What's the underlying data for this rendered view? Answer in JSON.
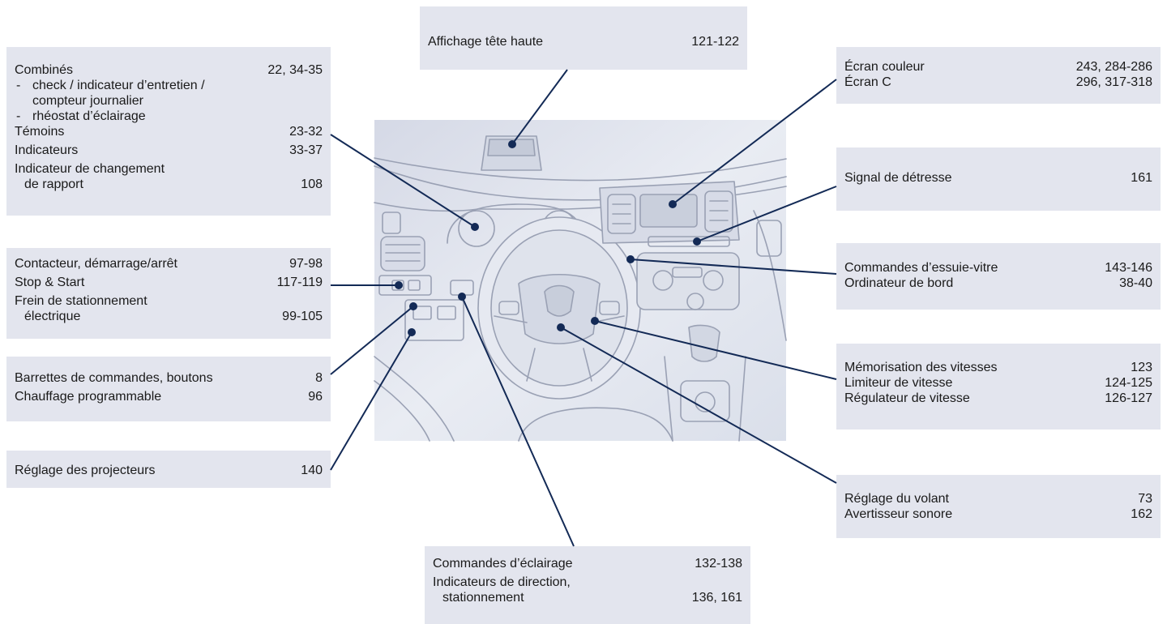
{
  "callouts": {
    "combines": {
      "rows": [
        {
          "label": "Combinés",
          "page": "22, 34-35"
        },
        {
          "label": "check / indicateur d’entretien /",
          "page": ""
        },
        {
          "label": "compteur journalier",
          "page": ""
        },
        {
          "label": "rhéostat d’éclairage",
          "page": ""
        },
        {
          "label": "Témoins",
          "page": "23-32"
        },
        {
          "label": "Indicateurs",
          "page": "33-37"
        },
        {
          "label": "Indicateur de changement",
          "page": ""
        },
        {
          "label": "de rapport",
          "page": "108"
        }
      ]
    },
    "contacteur": {
      "rows": [
        {
          "label": "Contacteur, démarrage/arrêt",
          "page": "97-98"
        },
        {
          "label": "Stop & Start",
          "page": "117-119"
        },
        {
          "label": "Frein de stationnement",
          "page": ""
        },
        {
          "label": "électrique",
          "page": "99-105"
        }
      ]
    },
    "barrettes": {
      "rows": [
        {
          "label": "Barrettes de commandes, boutons",
          "page": "8"
        },
        {
          "label": "Chauffage programmable",
          "page": "96"
        }
      ]
    },
    "projecteurs": {
      "rows": [
        {
          "label": "Réglage des projecteurs",
          "page": "140"
        }
      ]
    },
    "affichage": {
      "rows": [
        {
          "label": "Affichage tête haute",
          "page": "121-122"
        }
      ]
    },
    "eclairage": {
      "rows": [
        {
          "label": "Commandes d’éclairage",
          "page": "132-138"
        },
        {
          "label": "Indicateurs de direction,",
          "page": ""
        },
        {
          "label": "stationnement",
          "page": "136, 161"
        }
      ]
    },
    "ecran": {
      "rows": [
        {
          "label": "Écran couleur",
          "page": "243, 284-286"
        },
        {
          "label": "Écran C",
          "page": "296, 317-318"
        }
      ]
    },
    "detresse": {
      "rows": [
        {
          "label": "Signal de détresse",
          "page": "161"
        }
      ]
    },
    "essuie": {
      "rows": [
        {
          "label": "Commandes d’essuie-vitre",
          "page": "143-146"
        },
        {
          "label": "Ordinateur de bord",
          "page": "38-40"
        }
      ]
    },
    "vitesses": {
      "rows": [
        {
          "label": "Mémorisation des vitesses",
          "page": "123"
        },
        {
          "label": "Limiteur de vitesse",
          "page": "124-125"
        },
        {
          "label": "Régulateur de vitesse",
          "page": "126-127"
        }
      ]
    },
    "volant": {
      "rows": [
        {
          "label": "Réglage du volant",
          "page": "73"
        },
        {
          "label": "Avertisseur sonore",
          "page": "162"
        }
      ]
    }
  },
  "colors": {
    "box_background": "#e3e5ee",
    "leader_line": "#132a56",
    "illustration_bg": "#dfe3ee",
    "illustration_stroke": "#9aa1b4"
  }
}
